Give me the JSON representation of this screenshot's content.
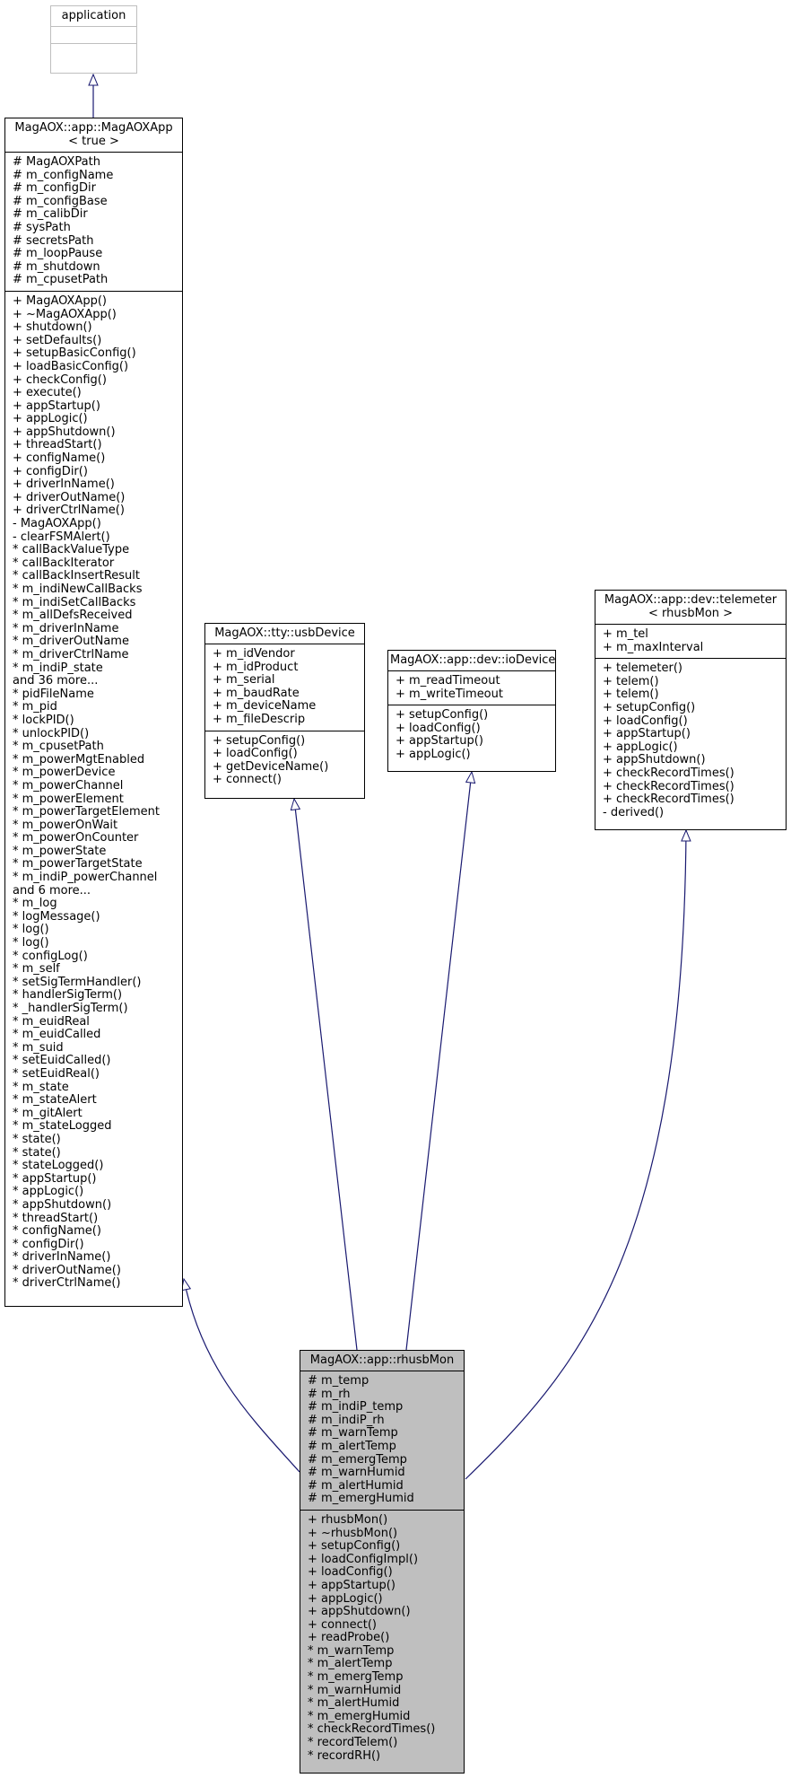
{
  "classes": {
    "application": {
      "title": [
        "application"
      ],
      "attrs": [],
      "methods": []
    },
    "magaoxapp": {
      "title": [
        "MagAOX::app::MagAOXApp",
        "< true >"
      ],
      "attrs": [
        "# MagAOXPath",
        "# m_configName",
        "# m_configDir",
        "# m_configBase",
        "# m_calibDir",
        "# sysPath",
        "# secretsPath",
        "# m_loopPause",
        "# m_shutdown",
        "# m_cpusetPath"
      ],
      "methods": [
        "+ MagAOXApp()",
        "+ ~MagAOXApp()",
        "+ shutdown()",
        "+ setDefaults()",
        "+ setupBasicConfig()",
        "+ loadBasicConfig()",
        "+ checkConfig()",
        "+ execute()",
        "+ appStartup()",
        "+ appLogic()",
        "+ appShutdown()",
        "+ threadStart()",
        "+ configName()",
        "+ configDir()",
        "+ driverInName()",
        "+ driverOutName()",
        "+ driverCtrlName()",
        "- MagAOXApp()",
        "- clearFSMAlert()",
        "* callBackValueType",
        "* callBackIterator",
        "* callBackInsertResult",
        "* m_indiNewCallBacks",
        "* m_indiSetCallBacks",
        "* m_allDefsReceived",
        "* m_driverInName",
        "* m_driverOutName",
        "* m_driverCtrlName",
        "* m_indiP_state",
        "and 36 more...",
        "* pidFileName",
        "* m_pid",
        "* lockPID()",
        "* unlockPID()",
        "* m_cpusetPath",
        "* m_powerMgtEnabled",
        "* m_powerDevice",
        "* m_powerChannel",
        "* m_powerElement",
        "* m_powerTargetElement",
        "* m_powerOnWait",
        "* m_powerOnCounter",
        "* m_powerState",
        "* m_powerTargetState",
        "* m_indiP_powerChannel",
        "and 6 more...",
        "* m_log",
        "* logMessage()",
        "* log()",
        "* log()",
        "* configLog()",
        "* m_self",
        "* setSigTermHandler()",
        "* handlerSigTerm()",
        "* _handlerSigTerm()",
        "* m_euidReal",
        "* m_euidCalled",
        "* m_suid",
        "* setEuidCalled()",
        "* setEuidReal()",
        "* m_state",
        "* m_stateAlert",
        "* m_gitAlert",
        "* m_stateLogged",
        "* state()",
        "* state()",
        "* stateLogged()",
        "* appStartup()",
        "* appLogic()",
        "* appShutdown()",
        "* threadStart()",
        "* configName()",
        "* configDir()",
        "* driverInName()",
        "* driverOutName()",
        "* driverCtrlName()"
      ]
    },
    "usbdevice": {
      "title": [
        "MagAOX::tty::usbDevice"
      ],
      "attrs": [
        "+ m_idVendor",
        "+ m_idProduct",
        "+ m_serial",
        "+ m_baudRate",
        "+ m_deviceName",
        "+ m_fileDescrip"
      ],
      "methods": [
        "+ setupConfig()",
        "+ loadConfig()",
        "+ getDeviceName()",
        "+ connect()"
      ]
    },
    "iodevice": {
      "title": [
        "MagAOX::app::dev::ioDevice"
      ],
      "attrs": [
        "+ m_readTimeout",
        "+ m_writeTimeout"
      ],
      "methods": [
        "+ setupConfig()",
        "+ loadConfig()",
        "+ appStartup()",
        "+ appLogic()"
      ]
    },
    "telemeter": {
      "title": [
        "MagAOX::app::dev::telemeter",
        "< rhusbMon >"
      ],
      "attrs": [
        "+ m_tel",
        "+ m_maxInterval"
      ],
      "methods": [
        "+ telemeter()",
        "+ telem()",
        "+ telem()",
        "+ setupConfig()",
        "+ loadConfig()",
        "+ appStartup()",
        "+ appLogic()",
        "+ appShutdown()",
        "+ checkRecordTimes()",
        "+ checkRecordTimes()",
        "+ checkRecordTimes()",
        "- derived()"
      ]
    },
    "rhusbmon": {
      "title": [
        "MagAOX::app::rhusbMon"
      ],
      "attrs": [
        "# m_temp",
        "# m_rh",
        "# m_indiP_temp",
        "# m_indiP_rh",
        "# m_warnTemp",
        "# m_alertTemp",
        "# m_emergTemp",
        "# m_warnHumid",
        "# m_alertHumid",
        "# m_emergHumid"
      ],
      "methods": [
        "+ rhusbMon()",
        "+ ~rhusbMon()",
        "+ setupConfig()",
        "+ loadConfigImpl()",
        "+ loadConfig()",
        "+ appStartup()",
        "+ appLogic()",
        "+ appShutdown()",
        "+ connect()",
        "+ readProbe()",
        "* m_warnTemp",
        "* m_alertTemp",
        "* m_emergTemp",
        "* m_warnHumid",
        "* m_alertHumid",
        "* m_emergHumid",
        "* checkRecordTimes()",
        "* recordTelem()",
        "* recordRH()"
      ]
    }
  },
  "colors": {
    "edge": "#191970",
    "box_border": "#000000",
    "ghost_border": "#bfbfbf",
    "highlight_fill": "#bfbfbf"
  }
}
